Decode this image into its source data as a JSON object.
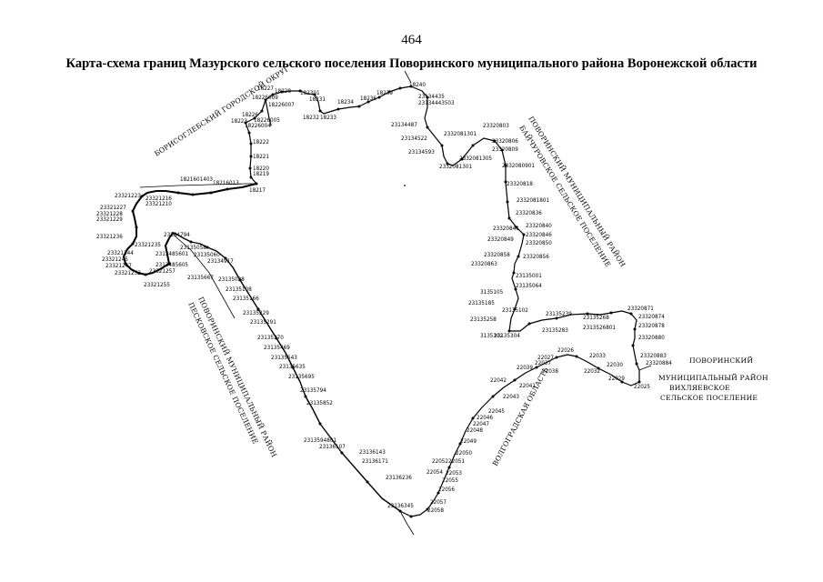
{
  "page_number": "464",
  "title": "Карта-схема границ Мазурского сельского поселения Поворинского муниципального района Воронежской области",
  "regions": {
    "borisoglebsk": "БОРИСОГЛЕБСКИЙ ГОРОДСКОЙ ОКРУГ",
    "baichurovo_1": "ПОВОРИНСКИЙ МУНИЦИПАЛЬНЫЙ РАЙОН",
    "baichurovo_2": "БАЙЧУРОВСКОЕ СЕЛЬСКОЕ ПОСЕЛЕНИЕ",
    "peskovatka_1": "ПОВОРИНСКИЙ МУНИЦИПАЛЬНЫЙ РАЙОН",
    "peskovatka_2": "ПЕСКОВСКОЕ СЕЛЬСКОЕ ПОСЕЛЕНИЕ",
    "vikhlyaevka_1": "ПОВОРИНСКИЙ",
    "vikhlyaevka_2": "МУНИЦИПАЛЬНЫЙ РАЙОН",
    "vikhlyaevka_3": "ВИХЛЯЕВСКОЕ",
    "vikhlyaevka_4": "СЕЛЬСКОЕ ПОСЕЛЕНИЕ",
    "volgograd": "ВОЛГОГРАДСКАЯ ОБЛАСТЬ"
  },
  "points": {
    "p18240": "18240",
    "p18239": "18239",
    "p18236": "18236",
    "p18234": "18234",
    "p18233": "18233",
    "p18232": "18232",
    "p18231": "18231",
    "p182301": "182301",
    "p18228": "18228",
    "p18227": "18227",
    "p18226009": "18226009",
    "p18226007": "18226007",
    "p18226005": "18226005",
    "p18226004": "18226004",
    "p18226": "18226",
    "p18223": "18223",
    "p18222": "18222",
    "p18221": "18221",
    "p18220": "18220",
    "p18219": "18219",
    "p18216013": "18216013",
    "p1821601403": "1821601403",
    "p18217": "18217",
    "p23134435": "23134435",
    "p23134443503": "23134443503",
    "p23134487": "23134487",
    "p23134522": "23134522",
    "p23134593": "23134593",
    "p2332081301": "2332081301",
    "p2332081305": "2332081305",
    "p2332081301b": "2332081301",
    "p23320803": "23320803",
    "p23320806": "23320806",
    "p23320809": "23320809",
    "p2332080901": "2332080901",
    "p23320818": "23320818",
    "p2332081801": "2332081801",
    "p23320836": "23320836",
    "p23320841": "23320841",
    "p23320840": "23320840",
    "p23320846": "23320846",
    "p23320849": "23320849",
    "p23320850": "23320850",
    "p23320856": "23320856",
    "p23320858": "23320858",
    "p23320863": "23320863",
    "p23135001": "23135001",
    "p23135064": "23135064",
    "p3135105": "3135105",
    "p23135185": "23135185",
    "p23135102": "23135102",
    "p23135258": "23135258",
    "p3135102": "3135102",
    "p23135304": "23135304",
    "p23135239": "23135239",
    "p23135283": "23135283",
    "p23135268": "23135268",
    "p2313526801": "2313526801",
    "p23320871": "23320871",
    "p23320874": "23320874",
    "p23320878": "23320878",
    "p23320880": "23320880",
    "p23320883": "23320883",
    "p23320884": "23320884",
    "p22026": "22026",
    "p22027": "22027",
    "p22033": "22033",
    "p22030": "22030",
    "p22032": "22032",
    "p22029": "22029",
    "p22025": "22025",
    "p22037": "22037",
    "p22039": "22039",
    "p22038": "22038",
    "p22042": "22042",
    "p22041": "22041",
    "p22043": "22043",
    "p22045": "22045",
    "p22046": "22046",
    "p22047": "22047",
    "p22048": "22048",
    "p22049": "22049",
    "p22050": "22050",
    "p22051": "22051",
    "p22052": "22052",
    "p22053": "22053",
    "p22054": "22054",
    "p22055": "22055",
    "p22056": "22056",
    "p22057": "22057",
    "p22058": "22058",
    "p23136345": "23136345",
    "p23136236": "23136236",
    "p23136171": "23136171",
    "p23136143": "23136143",
    "p23136107": "23136107",
    "p2313594801": "2313594801",
    "p23135852": "23135852",
    "p23135794": "23135794",
    "p23135695": "23135695",
    "p23135635": "23135635",
    "p23135543": "23135543",
    "p23135469": "23135469",
    "p23135370": "23135370",
    "p23135291": "23135291",
    "p23135229": "23135229",
    "p23135166": "23135166",
    "p23135108": "23135108",
    "p23135038": "23135038",
    "p23134917": "23134917",
    "p23135667": "23135667",
    "p23135060": "23135060",
    "p23135058": "23135058",
    "p23134794": "23134794",
    "p2313485601": "2313485601",
    "p2313485605": "2313485605",
    "p23321255": "23321255",
    "p23321257": "23321257",
    "p23321252": "23321252",
    "p23321247": "23321247",
    "p23321245": "23321245",
    "p23321244": "23321244",
    "p23321235": "23321235",
    "p23321236": "23321236",
    "p23321229": "23321229",
    "p23321228": "23321228",
    "p23321227": "23321227",
    "p23321223": "23321223",
    "p23321216": "23321216",
    "p23321210": "23321210"
  },
  "colors": {
    "line": "#000000",
    "background": "#ffffff"
  }
}
